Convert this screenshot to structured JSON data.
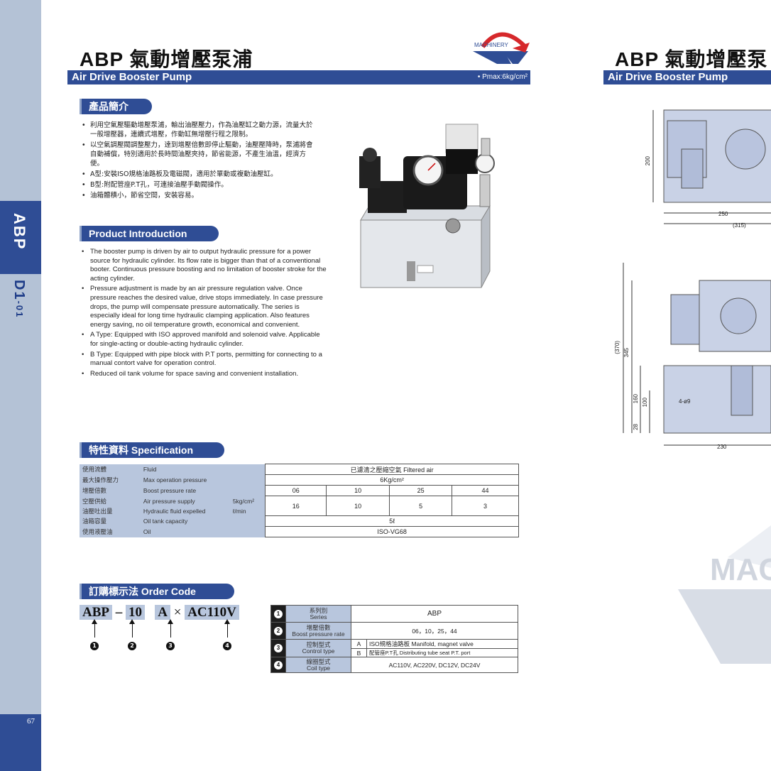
{
  "side": {
    "tab": "ABP",
    "section": "D1",
    "section_sub": "-01",
    "page_number": "67"
  },
  "header": {
    "title": "ABP 氣動增壓泵浦",
    "subtitle": "Air Drive Booster Pump",
    "pmax": "• Pmax:6kg/cm²",
    "logo_text": "MACHINERY"
  },
  "intro_zh": {
    "heading": "產品簡介",
    "items": [
      "利用空氣壓驅動增壓泵浦，輸出油壓壓力，作為油壓缸之動力源，流量大於一般增壓器，連續式增壓，作動缸無增壓行程之限制。",
      "以空氣調壓閥調整壓力，達到增壓倍數即停止驅動，油壓壓降時，泵浦將會自動補償，特別適用於長時間油壓夾持，節省能源，不產生油溫，經濟方便。",
      "A型:安裝ISO規格油路板及電磁閥，適用於單動或複動油壓缸。",
      "B型:附配管座P.T孔，可連接油壓手動閥操作。",
      "油箱體積小，節省空間，安裝容易。"
    ]
  },
  "intro_en": {
    "heading": "Product Introduction",
    "items": [
      "The booster pump is driven by air to output hydraulic pressure for a power source for hydraulic cylinder. Its flow rate is bigger than that of a conventional booter. Continuous pressure boosting and no limitation of booster stroke for the acting cylinder.",
      "Pressure adjustment is made by an air pressure regulation valve. Once pressure reaches the desired value, drive stops immediately. In case pressure drops, the pump will compensate pressure automatically. The series is especially ideal for long time hydraulic clamping application. Also features energy saving, no oil temperature growth, economical and convenient.",
      "A Type: Equipped with ISO approved manifold and solenoid valve. Applicable for single-acting or double-acting hydraulic cylinder.",
      "B Type: Equipped with pipe block with P.T ports, permitting for connecting to a manual contort valve for operation control.",
      "Reduced oil tank volume for space saving and convenient installation."
    ]
  },
  "spec": {
    "heading": "特性資料 Specification",
    "rows": [
      {
        "zh": "使用流體",
        "en": "Fluid",
        "unit": ""
      },
      {
        "zh": "最大操作壓力",
        "en": "Max operation pressure",
        "unit": ""
      },
      {
        "zh": "增壓倍數",
        "en": "Boost pressure rate",
        "unit": ""
      },
      {
        "zh": "空壓供給",
        "en": "Air pressure supply",
        "unit": "5kg/cm²"
      },
      {
        "zh": "油壓吐出量",
        "en": "Hydraulic fluid expelled",
        "unit": "ℓ/min"
      },
      {
        "zh": "油箱容量",
        "en": "Oil tank capacity",
        "unit": ""
      },
      {
        "zh": "使用液壓油",
        "en": "Oil",
        "unit": ""
      }
    ],
    "fluid": "已濾清之壓縮空氣  Filtered air",
    "max_pressure": "6Kg/cm²",
    "rates": [
      "06",
      "10",
      "25",
      "44"
    ],
    "flows": [
      "16",
      "10",
      "5",
      "3"
    ],
    "tank": "5ℓ",
    "oil": "ISO-VG68"
  },
  "order": {
    "heading": "訂購標示法 Order Code",
    "code": {
      "p1": "ABP",
      "dash": "–",
      "p2": "10",
      "p3": "A",
      "x": "×",
      "p4": "AC110V"
    },
    "numbers": [
      "1",
      "2",
      "3",
      "4"
    ],
    "table": {
      "series_zh": "系列別",
      "series_en": "Series",
      "series_val": "ABP",
      "rate_zh": "增壓倍數",
      "rate_en": "Boost pressure rate",
      "rate_val": "06，10，25，44",
      "ctrl_zh": "控制型式",
      "ctrl_en": "Control type",
      "ctrl_a": "A",
      "ctrl_a_val": "ISO規格油路板  Manifold, magnet valve",
      "ctrl_b": "B",
      "ctrl_b_val": "配管座P.T孔  Distributing tube seat P.T. port",
      "coil_zh": "線圈型式",
      "coil_en": "Coil type",
      "coil_val": "AC110V, AC220V, DC12V, DC24V"
    }
  },
  "right_page": {
    "title": "ABP 氣動增壓泵",
    "subtitle": "Air Drive Booster Pump",
    "dims_top": {
      "h": "200",
      "w1": "250",
      "w2": "(315)"
    },
    "dims_side": {
      "h370": "(370)",
      "h345": "345",
      "h160": "160",
      "h100": "100",
      "h28": "28",
      "hole": "4-ø9",
      "w230": "230"
    },
    "watermark": "MAC"
  },
  "colors": {
    "brand_blue": "#2f4d95",
    "band": "#b4c2d6",
    "table_label": "#b8c6dd",
    "logo_red": "#d6282b"
  }
}
